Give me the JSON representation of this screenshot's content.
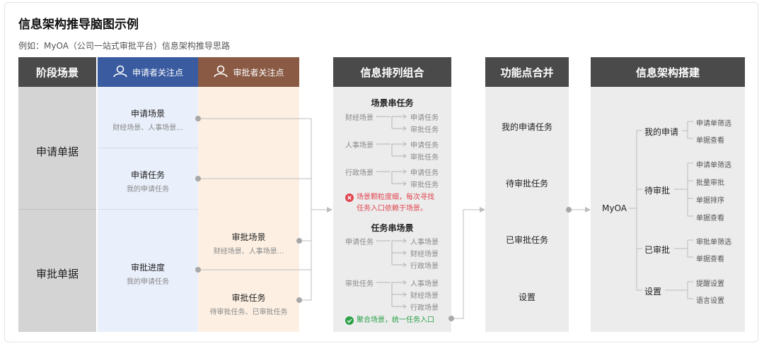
{
  "title": "信息架构推导脑图示例",
  "subtitle": "例如：MyOA（公司一站式审批平台）信息架构推导思路",
  "headers": {
    "stage": "阶段场景",
    "applicant": "申请者关注点",
    "approver": "审批者关注点",
    "combo": "信息排列组合",
    "merge": "功能点合并",
    "build": "信息架构搭建"
  },
  "stages": {
    "apply": "申请单据",
    "approve": "审批单据"
  },
  "applicant_items": [
    {
      "title": "申请场景",
      "sub": "财经场景、人事场景..."
    },
    {
      "title": "申请任务",
      "sub": "我的申请任务"
    },
    {
      "title": "审批进度",
      "sub": "我的申请任务"
    }
  ],
  "approver_items": [
    {
      "title": "审批场景",
      "sub": "财经场景、人事场景..."
    },
    {
      "title": "审批任务",
      "sub": "待审批任务、已审批任务"
    }
  ],
  "combo": {
    "section1_title": "场景串任务",
    "section1": [
      {
        "from": "财经场景",
        "to": [
          "申请任务",
          "审批任务"
        ]
      },
      {
        "from": "人事场景",
        "to": [
          "申请任务",
          "审批任务"
        ]
      },
      {
        "from": "行政场景",
        "to": [
          "申请任务",
          "审批任务"
        ]
      }
    ],
    "error_line1": "场景颗粒度细，每次寻找",
    "error_line2": "任务入口依赖于场景。",
    "section2_title": "任务串场景",
    "section2": [
      {
        "from": "申请任务",
        "to": [
          "人事场景",
          "财经场景",
          "行政场景"
        ]
      },
      {
        "from": "审批任务",
        "to": [
          "人事场景",
          "财经场景",
          "行政场景"
        ]
      }
    ],
    "ok_text": "聚合场景，统一任务入口"
  },
  "merge_items": [
    "我的申请任务",
    "待审批任务",
    "已审批任务",
    "设置"
  ],
  "build": {
    "root": "MyOA",
    "nodes": [
      {
        "label": "我的申请",
        "leaves": [
          "申请单筛选",
          "单据查看"
        ]
      },
      {
        "label": "待审批",
        "leaves": [
          "申请单筛选",
          "批量审批",
          "单据排序",
          "单据查看"
        ]
      },
      {
        "label": "已审批",
        "leaves": [
          "审批单筛选",
          "单据查看"
        ]
      },
      {
        "label": "设置",
        "leaves": [
          "提醒设置",
          "语言设置"
        ]
      }
    ]
  },
  "colors": {
    "dark": "#4a4a4a",
    "blue": "#3a5ba0",
    "brown": "#8a5a45",
    "gray_col": "#d4d4d4",
    "blue_col": "#e9effb",
    "peach_col": "#fdf0e3",
    "light_col": "#ececec",
    "error": "#e0454f",
    "ok": "#2aa147"
  }
}
